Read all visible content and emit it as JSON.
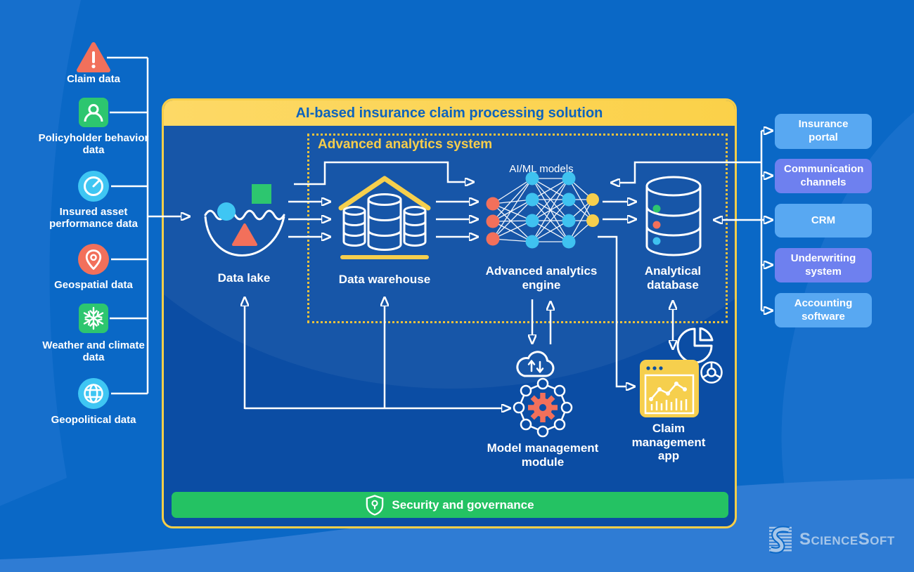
{
  "title": "AI-based insurance claim processing solution",
  "data_sources": [
    {
      "label": "Claim data",
      "icon": "warning-triangle-icon"
    },
    {
      "label": "Policyholder behavior data",
      "icon": "person-icon"
    },
    {
      "label": "Insured asset performance data",
      "icon": "gauge-icon"
    },
    {
      "label": "Geospatial data",
      "icon": "location-pin-icon"
    },
    {
      "label": "Weather and climate data",
      "icon": "snowflake-icon"
    },
    {
      "label": "Geopolitical data",
      "icon": "globe-icon"
    }
  ],
  "analytics_system": {
    "label": "Advanced analytics system",
    "ai_ml_label": "AI/ML models"
  },
  "components": {
    "data_lake": {
      "label": "Data lake"
    },
    "data_warehouse": {
      "label": "Data warehouse"
    },
    "analytics_engine": {
      "label": "Advanced analytics engine"
    },
    "analytical_database": {
      "label": "Analytical database"
    },
    "model_management": {
      "label": "Model management module"
    },
    "claim_app": {
      "label": "Claim management app"
    }
  },
  "security": {
    "label": "Security and governance"
  },
  "external_systems": [
    {
      "label": "Insurance portal"
    },
    {
      "label": "Communication channels"
    },
    {
      "label": "CRM"
    },
    {
      "label": "Underwriting system"
    },
    {
      "label": "Accounting software"
    }
  ],
  "logo": {
    "text": "ScienceSoft"
  },
  "colors": {
    "background_blue": "#0a68c6",
    "box_blue": "#0b4da4",
    "accent_yellow": "#fbd34b",
    "title_text_blue": "#0d63bd",
    "coral": "#f2705b",
    "green": "#2dc66f",
    "cyan": "#3fc6f3",
    "security_green": "#24c263",
    "external_light_blue": "#58a8f2",
    "external_periwinkle": "#6e80ef",
    "logo_blue": "#a6c6e9"
  }
}
